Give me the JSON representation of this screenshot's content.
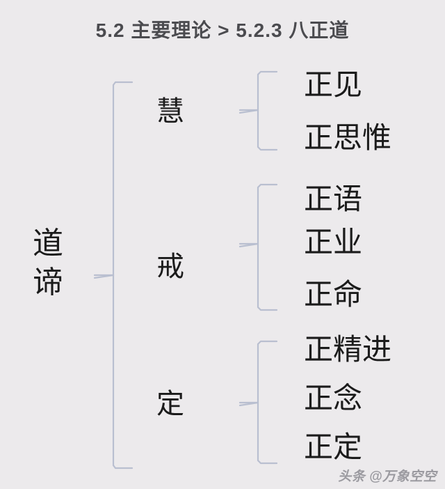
{
  "header": {
    "breadcrumb": "5.2 主要理论 > 5.2.3 八正道",
    "section_number": "5.2",
    "section_title": "主要理论",
    "separator": ">",
    "subsection_number": "5.2.3",
    "subsection_title": "八正道"
  },
  "colors": {
    "background": "#eceaec",
    "text": "#1b1b1b",
    "title_text": "#4b4b4f",
    "connector": "#b9bfd0",
    "watermark": "#8d8d93"
  },
  "diagram": {
    "type": "tree",
    "orientation": "left-to-right",
    "root": {
      "label": "道谛",
      "char_1": "道",
      "char_2": "谛"
    },
    "groups": [
      {
        "label": "慧",
        "items": [
          {
            "label": "正见"
          },
          {
            "label": "正思惟"
          }
        ]
      },
      {
        "label": "戒",
        "items": [
          {
            "label": "正语"
          },
          {
            "label": "正业"
          },
          {
            "label": "正命"
          }
        ]
      },
      {
        "label": "定",
        "items": [
          {
            "label": "正精进"
          },
          {
            "label": "正念"
          },
          {
            "label": "正定"
          }
        ]
      }
    ],
    "leaves_flat": [
      "正见",
      "正思惟",
      "正语",
      "正业",
      "正命",
      "正精进",
      "正念",
      "正定"
    ]
  },
  "watermark": {
    "text": "头条 @万象空空"
  }
}
